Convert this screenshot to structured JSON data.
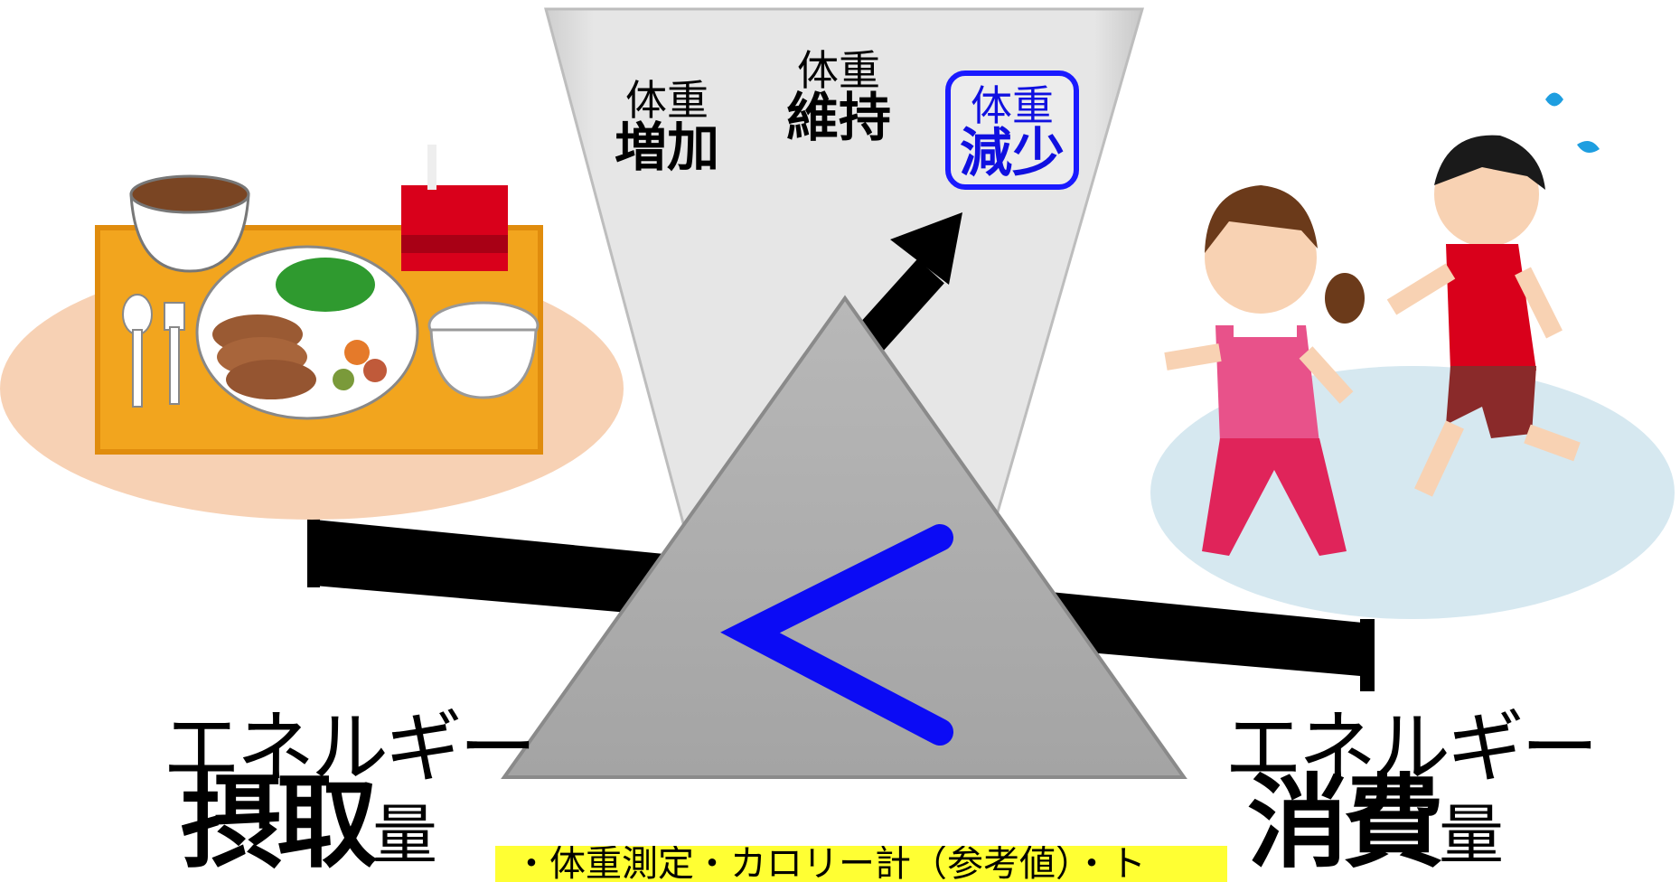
{
  "gauge": {
    "gain": {
      "line1": "体重",
      "line2": "増加"
    },
    "maintain": {
      "line1": "体重",
      "line2": "維持"
    },
    "lose": {
      "line1": "体重",
      "line2": "減少"
    }
  },
  "comparison_symbol": "<",
  "left_label": {
    "top": "エネルギー",
    "main": "摂取",
    "suffix": "量"
  },
  "right_label": {
    "top": "エネルギー",
    "main": "消費",
    "suffix": "量"
  },
  "footer_note": "・体重測定・カロリー計（参考値）・ト",
  "colors": {
    "accent_blue": "#1010e0",
    "gauge_gray": "#e3e3e3",
    "triangle_gray": "#a9a9a9",
    "highlight_yellow": "#ffff33",
    "left_oval": "#f7d1b4",
    "right_oval": "#d6e8f0"
  }
}
